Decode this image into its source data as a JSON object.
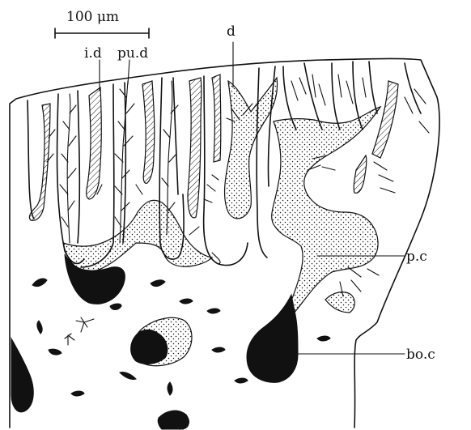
{
  "figure": {
    "scale_bar": {
      "label": "100 μm"
    },
    "labels": {
      "i_d": "i.d",
      "pu_d": "pu.d",
      "d": "d",
      "p_c": "p.c",
      "bo_c": "bo.c"
    }
  }
}
